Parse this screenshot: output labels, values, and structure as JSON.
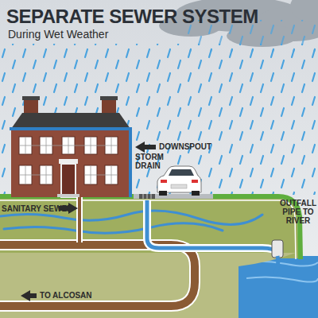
{
  "diagram": {
    "title": "SEPARATE SEWER SYSTEM",
    "labels": [
      "During Wet Weather",
      "DOWNSPOUT",
      "STORM DRAIN",
      "SANITARY SEWER",
      "OUTFALL PIPE TO RIVER",
      "TO ALCOSAN"
    ]
  }
}
